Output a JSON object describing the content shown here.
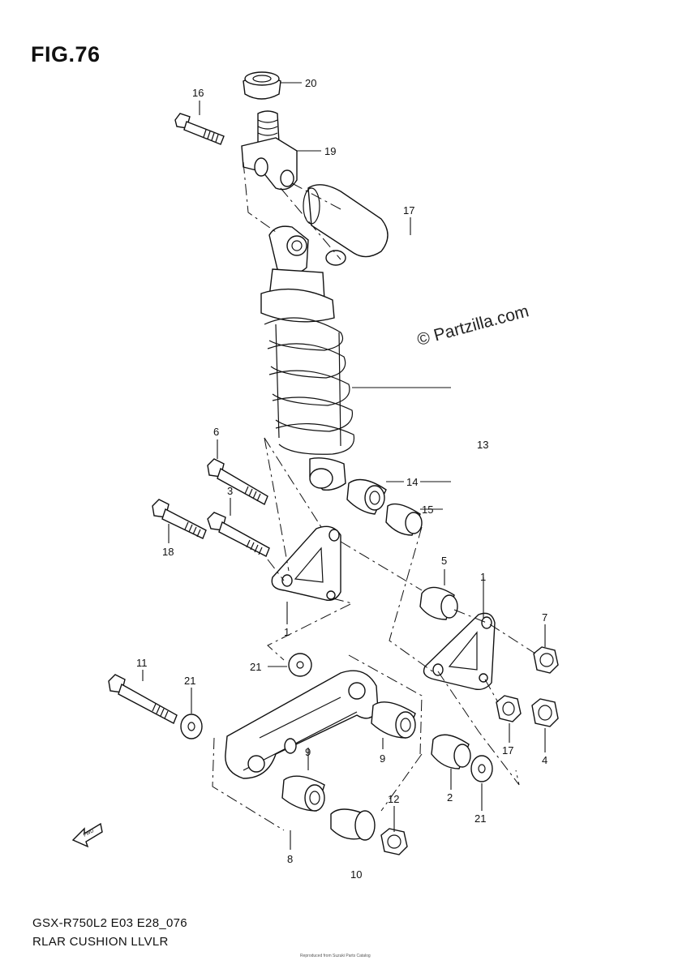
{
  "figure": {
    "title": "FIG.76",
    "watermark": "© Partzilla.com",
    "footer_code": "GSX-R750L2 E03 E28_076",
    "footer_name": "RLAR CUSHION LLVLR",
    "footer_small": "Reproduced from Suzuki Parts Catalog"
  },
  "callouts": [
    {
      "id": "c20",
      "label": "20"
    },
    {
      "id": "c16",
      "label": "16"
    },
    {
      "id": "c19",
      "label": "19"
    },
    {
      "id": "c17a",
      "label": "17"
    },
    {
      "id": "c13",
      "label": "13"
    },
    {
      "id": "c6",
      "label": "6"
    },
    {
      "id": "c14",
      "label": "14"
    },
    {
      "id": "c3",
      "label": "3"
    },
    {
      "id": "c15",
      "label": "15"
    },
    {
      "id": "c18",
      "label": "18"
    },
    {
      "id": "c5",
      "label": "5"
    },
    {
      "id": "c1a",
      "label": "1"
    },
    {
      "id": "c1b",
      "label": "1"
    },
    {
      "id": "c7",
      "label": "7"
    },
    {
      "id": "c21a",
      "label": "21"
    },
    {
      "id": "c11",
      "label": "11"
    },
    {
      "id": "c21b",
      "label": "21"
    },
    {
      "id": "c9a",
      "label": "9"
    },
    {
      "id": "c9b",
      "label": "9"
    },
    {
      "id": "c17b",
      "label": "17"
    },
    {
      "id": "c4",
      "label": "4"
    },
    {
      "id": "c2",
      "label": "2"
    },
    {
      "id": "c21c",
      "label": "21"
    },
    {
      "id": "c12",
      "label": "12"
    },
    {
      "id": "c8",
      "label": "8"
    },
    {
      "id": "c10",
      "label": "10"
    }
  ],
  "icons": {
    "front_arrow": "fwd-arrow-icon",
    "front_arrow_text": "FWD"
  }
}
